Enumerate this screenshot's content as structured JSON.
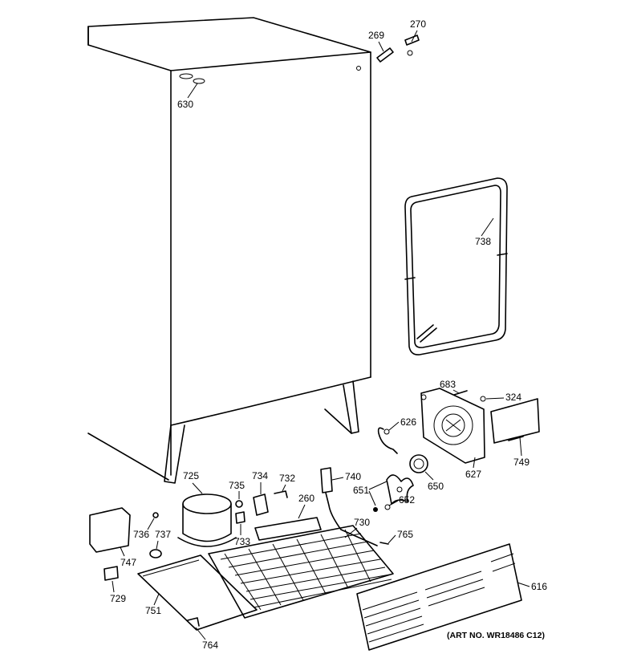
{
  "art_number": "(ART NO. WR18486 C12)",
  "labels": [
    "269",
    "270",
    "630",
    "738",
    "683",
    "324",
    "626",
    "627",
    "749",
    "650",
    "651",
    "652",
    "725",
    "735",
    "734",
    "732",
    "740",
    "260",
    "730",
    "765",
    "616",
    "736",
    "737",
    "733",
    "747",
    "729",
    "751",
    "764"
  ]
}
